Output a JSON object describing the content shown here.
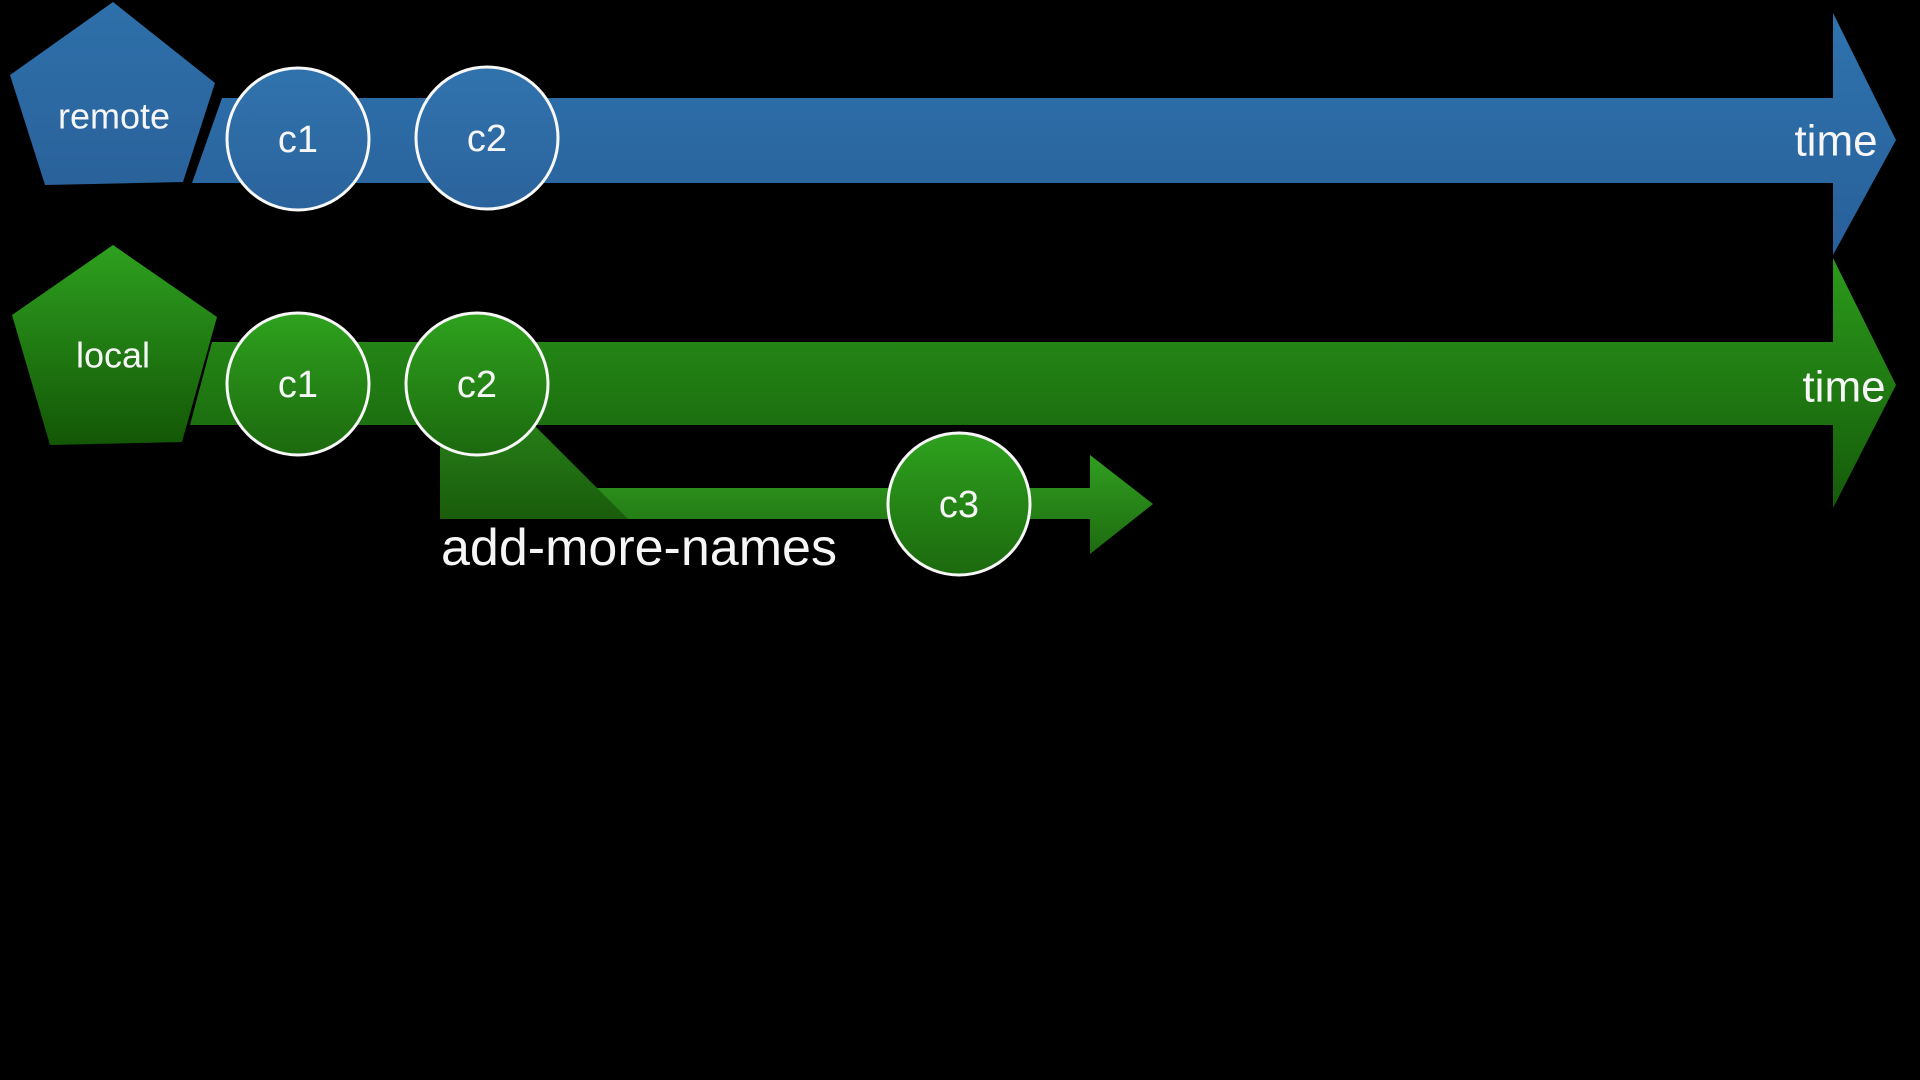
{
  "slide": {
    "background_color": "#000000",
    "text_color": "#F6F6F6"
  },
  "colors": {
    "remote_blue": "#2D6CA6",
    "local_green": "#218713",
    "circle_stroke": "#F8F8F8"
  },
  "remote_timeline": {
    "label": "remote",
    "time_label": "time",
    "commits": [
      {
        "label": "c1"
      },
      {
        "label": "c2"
      }
    ]
  },
  "local_timeline": {
    "label": "local",
    "time_label": "time",
    "commits": [
      {
        "label": "c1"
      },
      {
        "label": "c2"
      }
    ],
    "branch": {
      "label": "add-more-names",
      "commits": [
        {
          "label": "c3"
        }
      ]
    }
  }
}
